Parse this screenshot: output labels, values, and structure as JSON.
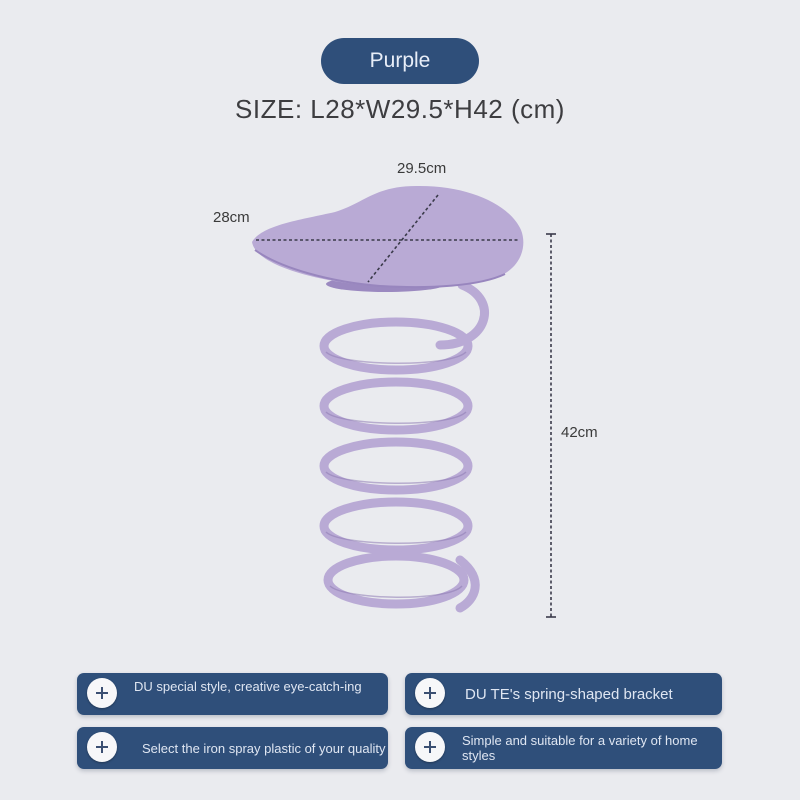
{
  "color_badge": "Purple",
  "size_title": "SIZE: L28*W29.5*H42 (cm)",
  "dimensions": {
    "width_label": "29.5cm",
    "length_label": "28cm",
    "height_label": "42cm"
  },
  "product": {
    "color": "#b9aad5",
    "shadow_color": "#8f7cb4"
  },
  "features": [
    {
      "text": "DU special style, creative eye-catch-ing",
      "icon": "plus-icon"
    },
    {
      "text": "DU TE's spring-shaped bracket",
      "icon": "plus-icon"
    },
    {
      "text": "Select the iron spray plastic of your quality",
      "icon": "plus-icon"
    },
    {
      "text": "Simple and suitable for a variety of home styles",
      "icon": "plus-icon"
    }
  ],
  "colors": {
    "background": "#eaebef",
    "panel": "#2f4f7a",
    "panel_text": "#dfe6f2"
  }
}
